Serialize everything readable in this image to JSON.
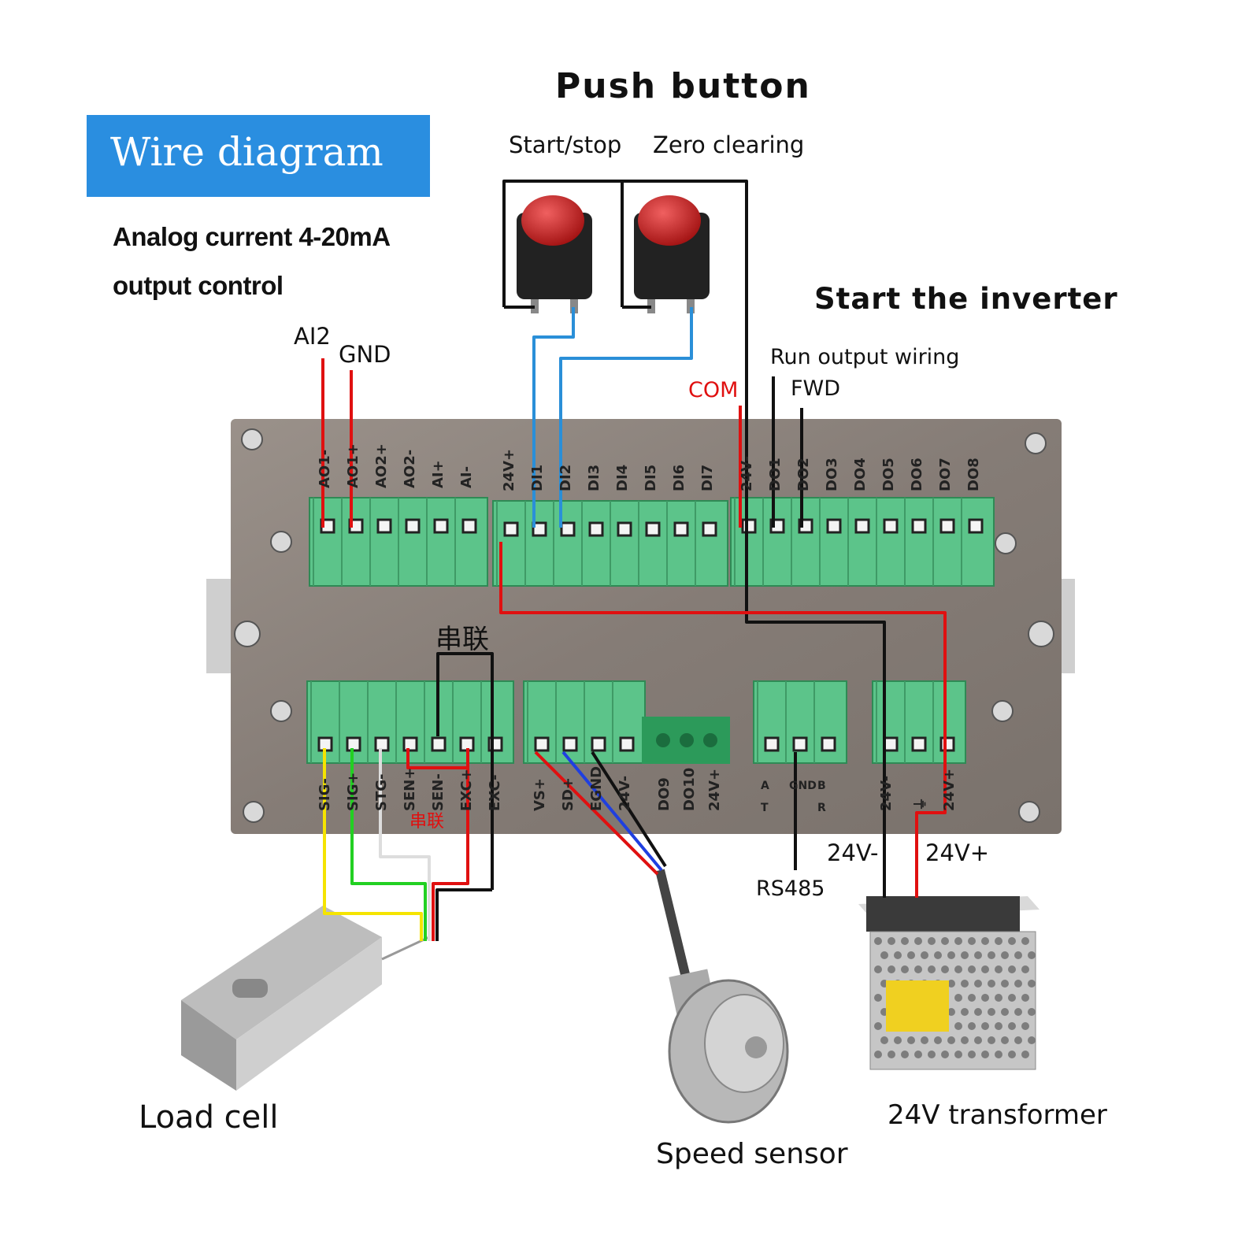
{
  "title": "Wire diagram",
  "subtitle": {
    "line1": "Analog current 4-20mA",
    "line2": "output control"
  },
  "push_button": {
    "title": "Push button",
    "start_stop": "Start/stop",
    "zero_clearing": "Zero clearing"
  },
  "inverter": {
    "title": "Start the inverter",
    "run_output": "Run output wiring",
    "com": "COM",
    "fwd": "FWD"
  },
  "analog_labels": {
    "ai2": "AI2",
    "gnd": "GND"
  },
  "series_label": "串联",
  "series_label_small": "串联",
  "top_terminals_a": [
    "AO1-",
    "AO1+",
    "AO2+",
    "AO2-",
    "AI+",
    "AI-"
  ],
  "top_terminals_b": [
    "24V+",
    "DI1",
    "DI2",
    "DI3",
    "DI4",
    "DI5",
    "DI6",
    "DI7"
  ],
  "top_terminals_c": [
    "24V-",
    "DO1",
    "DO2",
    "DO3",
    "DO4",
    "DO5",
    "DO6",
    "DO7",
    "DO8"
  ],
  "bottom_terminals_a": [
    "SIG-",
    "SIG+",
    "STG-",
    "SEN+",
    "SEN-",
    "EXC+",
    "EXC-"
  ],
  "bottom_terminals_b": [
    "VS+",
    "SD+",
    "EGND",
    "24V-"
  ],
  "bottom_terminals_c": [
    "DO9",
    "DO10",
    "24V+"
  ],
  "bottom_terminals_d": [
    "A",
    "GND",
    "B"
  ],
  "bottom_terminals_d_sub": [
    "T",
    "",
    "R"
  ],
  "bottom_terminals_e": [
    "24V-",
    "⏚",
    "24V+"
  ],
  "power_labels": {
    "minus": "24V-",
    "plus": "24V+"
  },
  "rs485": "RS485",
  "devices": {
    "load_cell": "Load cell",
    "speed_sensor": "Speed sensor",
    "transformer": "24V transformer"
  },
  "colors": {
    "title_bg": "#2a8ee0",
    "terminal_green": "#5cc48a",
    "panel": "#8b827c",
    "wire_red": "#e01010",
    "wire_blue": "#2a8fd8",
    "wire_black": "#111111"
  }
}
